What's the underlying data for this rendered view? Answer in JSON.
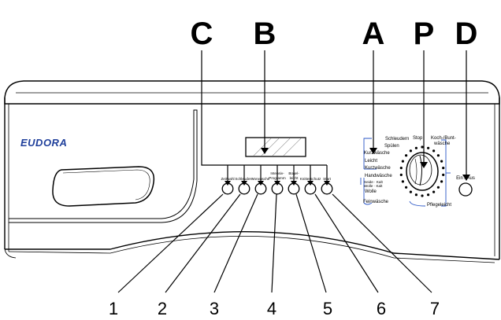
{
  "brand": "EUDORA",
  "callouts": {
    "letters": [
      "C",
      "B",
      "A",
      "P",
      "D"
    ],
    "numbers": [
      "1",
      "2",
      "3",
      "4",
      "5",
      "6",
      "7"
    ]
  },
  "button_labels": [
    [
      "Zeitwahl"
    ],
    [
      "Schleudern"
    ],
    [
      "Vorwäsche"
    ],
    [
      "Intensiv-",
      "Programm"
    ],
    [
      "Bügel-",
      "leicht"
    ],
    [
      "Knitterschutz"
    ],
    [
      "Start"
    ]
  ],
  "program_labels": {
    "schleudern": "Schleudern",
    "spuelen": "Spülen",
    "kurzwaesche_top": "Kurzwäsche",
    "stop": "Stop",
    "koch_bunt": [
      "Koch-/Bunt-",
      "wäsche"
    ],
    "leicht": "Leicht",
    "kurzwaesche": "Kurzwäsche",
    "handwaesche": "Handwäsche",
    "seide_wolle": [
      "Seide · Kalt",
      "Wolle · Kalt"
    ],
    "wolle": "Wolle",
    "feinwaesche": "Feinwäsche",
    "pflegeleicht": "Pflegeleicht"
  },
  "power_label": "Ein / Aus",
  "colors": {
    "brand": "#1f3f9b",
    "program_lines": "#2a56c6"
  }
}
